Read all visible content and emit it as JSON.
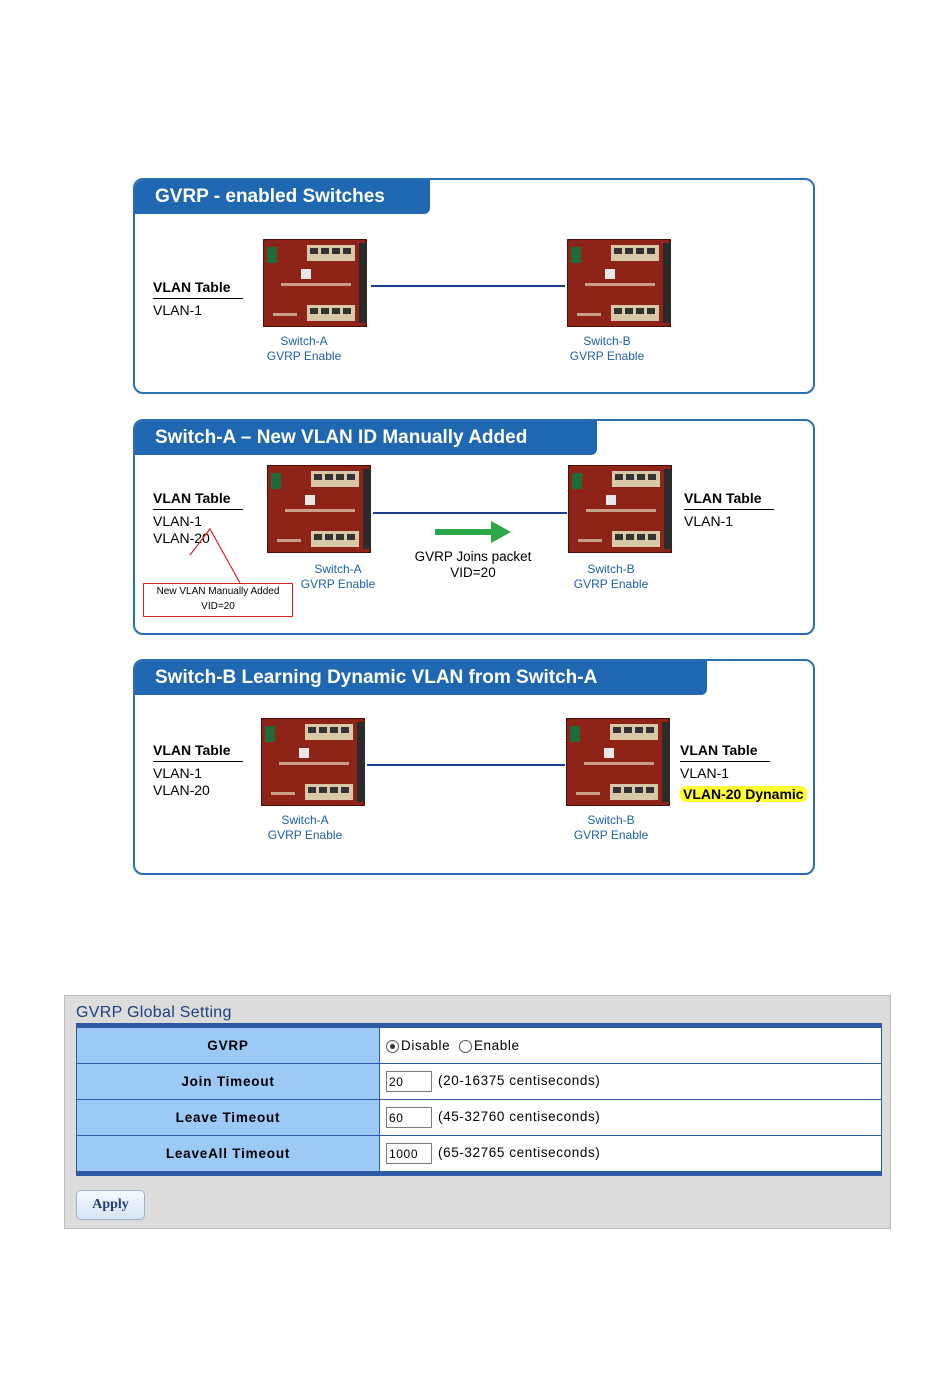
{
  "panel1": {
    "title": "GVRP - enabled Switches",
    "vlan_table_header": "VLAN Table",
    "vlan_rows": [
      "VLAN-1"
    ],
    "switch_a": {
      "name": "Switch-A",
      "status": "GVRP Enable"
    },
    "switch_b": {
      "name": "Switch-B",
      "status": "GVRP Enable"
    }
  },
  "panel2": {
    "title": "Switch-A – New VLAN ID Manually Added",
    "left_table_header": "VLAN Table",
    "left_rows": [
      "VLAN-1",
      "VLAN-20"
    ],
    "callout_line1": "New VLAN Manually Added",
    "callout_line2": "VID=20",
    "packet_line1": "GVRP Joins packet",
    "packet_line2": "VID=20",
    "right_table_header": "VLAN Table",
    "right_rows": [
      "VLAN-1"
    ],
    "switch_a": {
      "name": "Switch-A",
      "status": "GVRP Enable"
    },
    "switch_b": {
      "name": "Switch-B",
      "status": "GVRP Enable"
    }
  },
  "panel3": {
    "title": "Switch-B Learning Dynamic VLAN from Switch-A",
    "left_table_header": "VLAN Table",
    "left_rows": [
      "VLAN-1",
      "VLAN-20"
    ],
    "right_table_header": "VLAN Table",
    "right_rows": [
      "VLAN-1"
    ],
    "right_dynamic": "VLAN-20 Dynamic",
    "switch_a": {
      "name": "Switch-A",
      "status": "GVRP Enable"
    },
    "switch_b": {
      "name": "Switch-B",
      "status": "GVRP Enable"
    }
  },
  "form": {
    "title": "GVRP Global Setting",
    "gvrp_label": "GVRP",
    "disable_label": "Disable",
    "enable_label": "Enable",
    "selected": "Disable",
    "join_label": "Join Timeout",
    "join_value": "20",
    "join_range": "(20-16375 centiseconds)",
    "leave_label": "Leave Timeout",
    "leave_value": "60",
    "leave_range": "(45-32760 centiseconds)",
    "leaveall_label": "LeaveAll Timeout",
    "leaveall_value": "1000",
    "leaveall_range": "(65-32765 centiseconds)",
    "apply_label": "Apply"
  },
  "colors": {
    "panel_blue": "#1f68b1",
    "table_header_blue": "#9cc9f5",
    "switch_red": "#8e2318",
    "highlight_yellow": "#ffff33"
  }
}
